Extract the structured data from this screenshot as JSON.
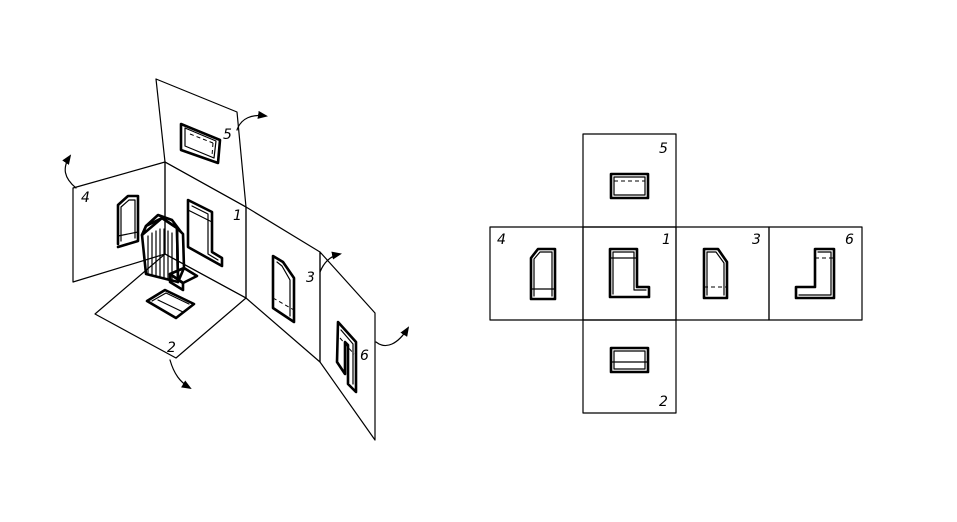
{
  "iso_view": {
    "plane_labels": [
      "1",
      "2",
      "3",
      "4",
      "5",
      "6"
    ]
  },
  "unfolded_view": {
    "plane_labels": [
      "5",
      "4",
      "1",
      "3",
      "6",
      "2"
    ]
  }
}
